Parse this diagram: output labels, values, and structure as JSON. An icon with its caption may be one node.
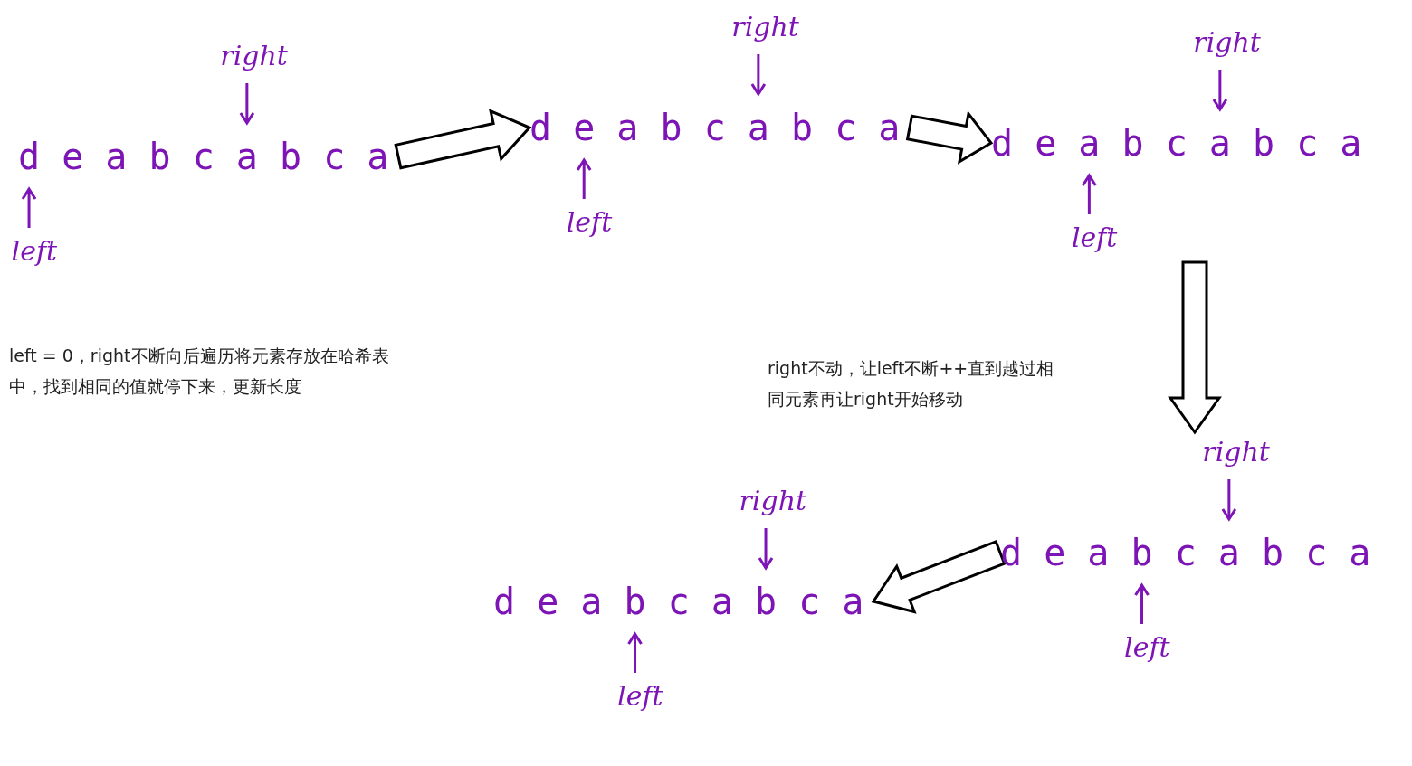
{
  "diagram": {
    "nodes": [
      {
        "text": [
          "right",
          "d e a b c a b c a",
          "left"
        ]
      },
      {
        "text": [
          "right",
          "d e a b c a b c a",
          "left"
        ]
      },
      {
        "text": [
          "right",
          "d e a b c a b c a",
          "left"
        ]
      },
      {
        "text": [
          "right",
          "d e a b c a b c a",
          "left"
        ]
      },
      {
        "text": [
          "right",
          "d e a b c a b c a",
          "left"
        ]
      }
    ],
    "edges": [
      {
        "from": 0,
        "to": 1,
        "arrow": "to"
      },
      {
        "from": 1,
        "to": 2,
        "arrow": "to"
      },
      {
        "from": 2,
        "to": 3,
        "arrow": "to"
      },
      {
        "from": 3,
        "to": 4,
        "arrow": "to"
      }
    ],
    "labels": [
      "left = 0，right不断向后遍历将元素存放在哈希表中，找到相同的值就停下来，更新长度",
      "right不动，让left不断++直到越过相同元素再让right开始移动"
    ]
  }
}
